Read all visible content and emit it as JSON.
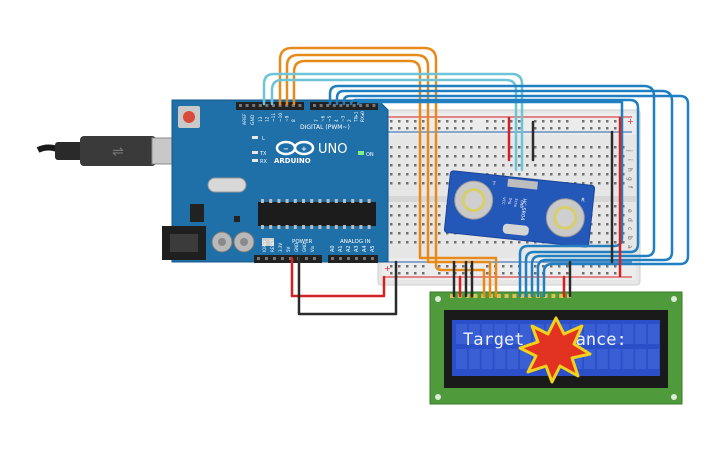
{
  "arduino": {
    "brand": "ARDUINO",
    "model": "UNO",
    "digital_label": "DIGITAL (PWM~)",
    "analog_label": "ANALOG IN",
    "power_label": "POWER",
    "on_label": "ON",
    "aref": "AREF",
    "gnd": "GND",
    "tx": "TX",
    "rx": "RX",
    "l": "L",
    "digital_pins": [
      "13",
      "12",
      "~11",
      "~10",
      "~9",
      "8",
      "7",
      "~6",
      "~5",
      "4",
      "~3",
      "2",
      "TX▸1",
      "RX◂0"
    ],
    "analog_pins": [
      "A0",
      "A1",
      "A2",
      "A3",
      "A4",
      "A5"
    ],
    "power_pins": [
      "IOREF",
      "RESET",
      "3.3V",
      "5V",
      "GND",
      "GND",
      "Vin"
    ]
  },
  "sensor": {
    "label": "HC-SR04",
    "pins": [
      "VCC",
      "Trig",
      "Echo",
      "GND"
    ],
    "t": "T",
    "r": "R"
  },
  "lcd": {
    "text": "Target Distance:"
  },
  "breadboard": {
    "rows_top": [
      "j",
      "i",
      "h",
      "g",
      "f"
    ],
    "rows_bottom": [
      "e",
      "d",
      "c",
      "b",
      "a"
    ],
    "plus": "+",
    "minus": "-"
  },
  "colors": {
    "board": "#1f6fa8",
    "wire_orange": "#e88a1a",
    "wire_light_blue": "#6cc4d8",
    "wire_blue": "#1f7fc0",
    "wire_red": "#d32020",
    "wire_black": "#2a2a2a",
    "lcd_pcb": "#4f9a3a",
    "lcd_screen": "#2a4fc8",
    "sensor_pcb": "#2357b8"
  }
}
